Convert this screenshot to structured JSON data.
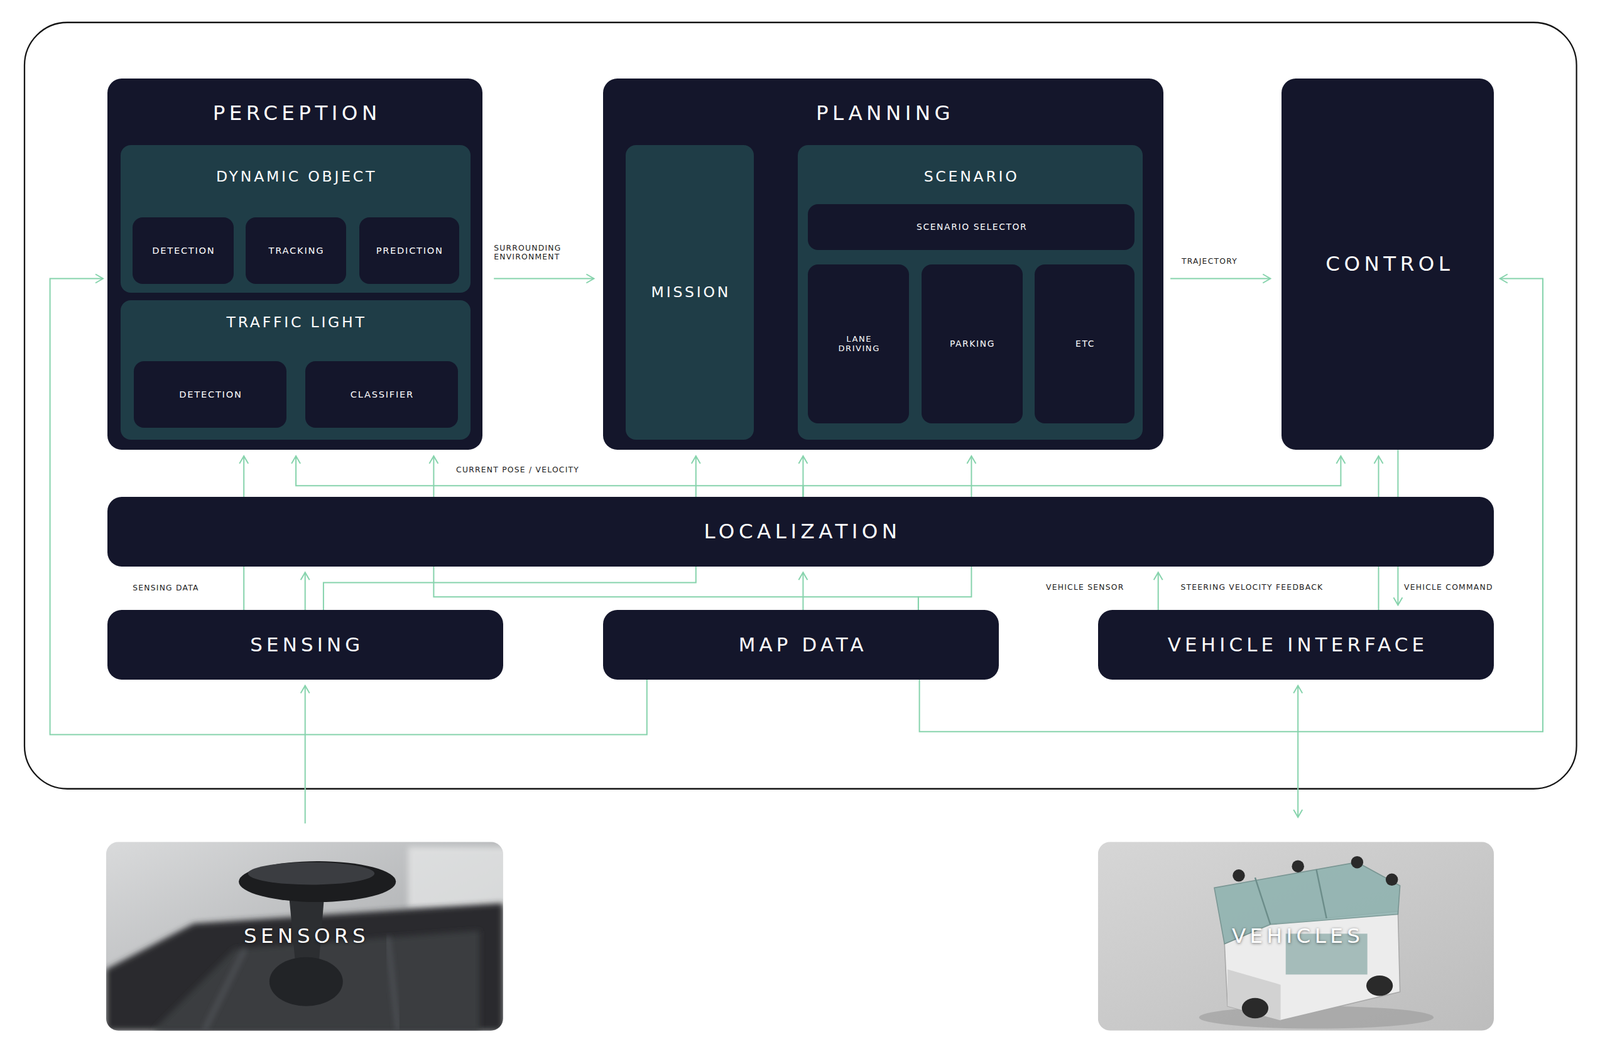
{
  "diagram": {
    "nodes": [
      {
        "text": [
          "PERCEPTION"
        ]
      },
      {
        "text": [
          "DYNAMIC OBJECT"
        ],
        "in": 0
      },
      {
        "text": [
          "DETECTION"
        ],
        "in": 1
      },
      {
        "text": [
          "TRACKING"
        ],
        "in": 1
      },
      {
        "text": [
          "PREDICTION"
        ],
        "in": 1
      },
      {
        "text": [
          "TRAFFIC LIGHT"
        ],
        "in": 0
      },
      {
        "text": [
          "DETECTION"
        ],
        "in": 5
      },
      {
        "text": [
          "CLASSIFIER"
        ],
        "in": 5
      },
      {
        "text": [
          "PLANNING"
        ]
      },
      {
        "text": [
          "MISSION"
        ],
        "in": 8
      },
      {
        "text": [
          "SCENARIO"
        ],
        "in": 8
      },
      {
        "text": [
          "SCENARIO SELECTOR"
        ],
        "in": 10
      },
      {
        "text": [
          "LANE DRIVING"
        ],
        "in": 10
      },
      {
        "text": [
          "PARKING"
        ],
        "in": 10
      },
      {
        "text": [
          "ETC"
        ],
        "in": 10
      },
      {
        "text": [
          "CONTROL"
        ]
      },
      {
        "text": [
          "LOCALIZATION"
        ]
      },
      {
        "text": [
          "SENSING"
        ]
      },
      {
        "text": [
          "MAP DATA"
        ]
      },
      {
        "text": [
          "VEHICLE INTERFACE"
        ]
      },
      {
        "text": [
          "SENSORS"
        ]
      },
      {
        "text": [
          "VEHICLES"
        ]
      }
    ],
    "edges": [
      {
        "from": 0,
        "to": 8,
        "label": "SURROUNDING ENVIRONMENT",
        "arrow": "to"
      },
      {
        "from": 8,
        "to": 15,
        "label": "TRAJECTORY",
        "arrow": "to"
      },
      {
        "from": 20,
        "to": 17,
        "arrow": "to"
      },
      {
        "from": 19,
        "to": 21,
        "arrow": "both"
      },
      {
        "from": 17,
        "to": 0,
        "label": "SENSING DATA",
        "arrow": "to"
      },
      {
        "from": 17,
        "to": 16,
        "arrow": "to"
      },
      {
        "from": 17,
        "to": 8,
        "arrow": "to"
      },
      {
        "from": 18,
        "to": 0,
        "arrow": "to"
      },
      {
        "from": 18,
        "to": 8,
        "arrow": "to"
      },
      {
        "from": 18,
        "to": 16,
        "arrow": "to"
      },
      {
        "from": 18,
        "to": 0,
        "arrow": "to"
      },
      {
        "from": 18,
        "to": 15,
        "arrow": "to"
      },
      {
        "from": 16,
        "to": 0,
        "label": "CURRENT POSE / VELOCITY",
        "arrow": "to"
      },
      {
        "from": 16,
        "to": 8,
        "arrow": "to"
      },
      {
        "from": 16,
        "to": 15,
        "arrow": "to"
      },
      {
        "from": 19,
        "to": 16,
        "label": "VEHICLE SENSOR",
        "arrow": "to"
      },
      {
        "from": 19,
        "to": 15,
        "label": "STEERING VELOCITY FEEDBACK",
        "arrow": "to"
      },
      {
        "from": 15,
        "to": 19,
        "label": "VEHICLE COMMAND",
        "arrow": "to"
      }
    ]
  }
}
